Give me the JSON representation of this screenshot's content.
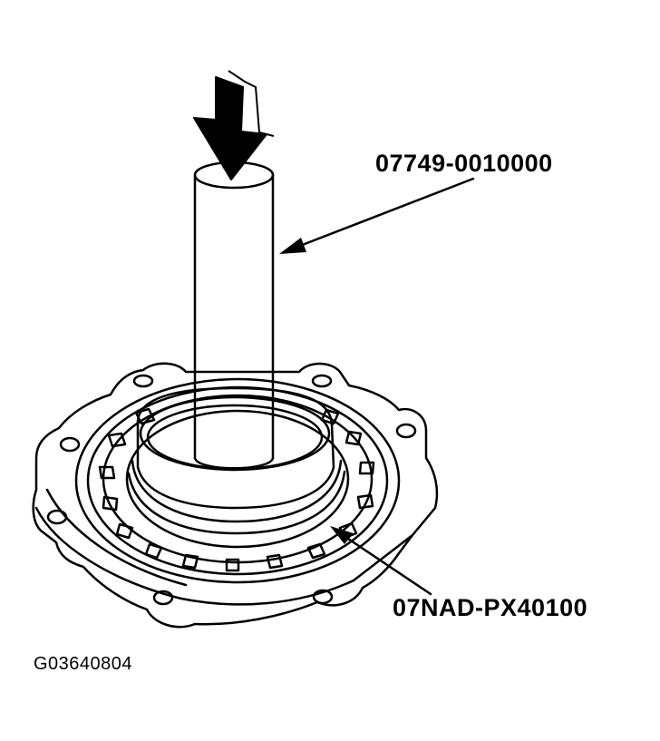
{
  "callouts": {
    "driver_handle": "07749-0010000",
    "attachment": "07NAD-PX40100"
  },
  "figure_id": "G03640804",
  "colors": {
    "line": "#000000",
    "background": "#ffffff"
  },
  "icons": {
    "press_arrow": "press-down-arrow-icon"
  }
}
